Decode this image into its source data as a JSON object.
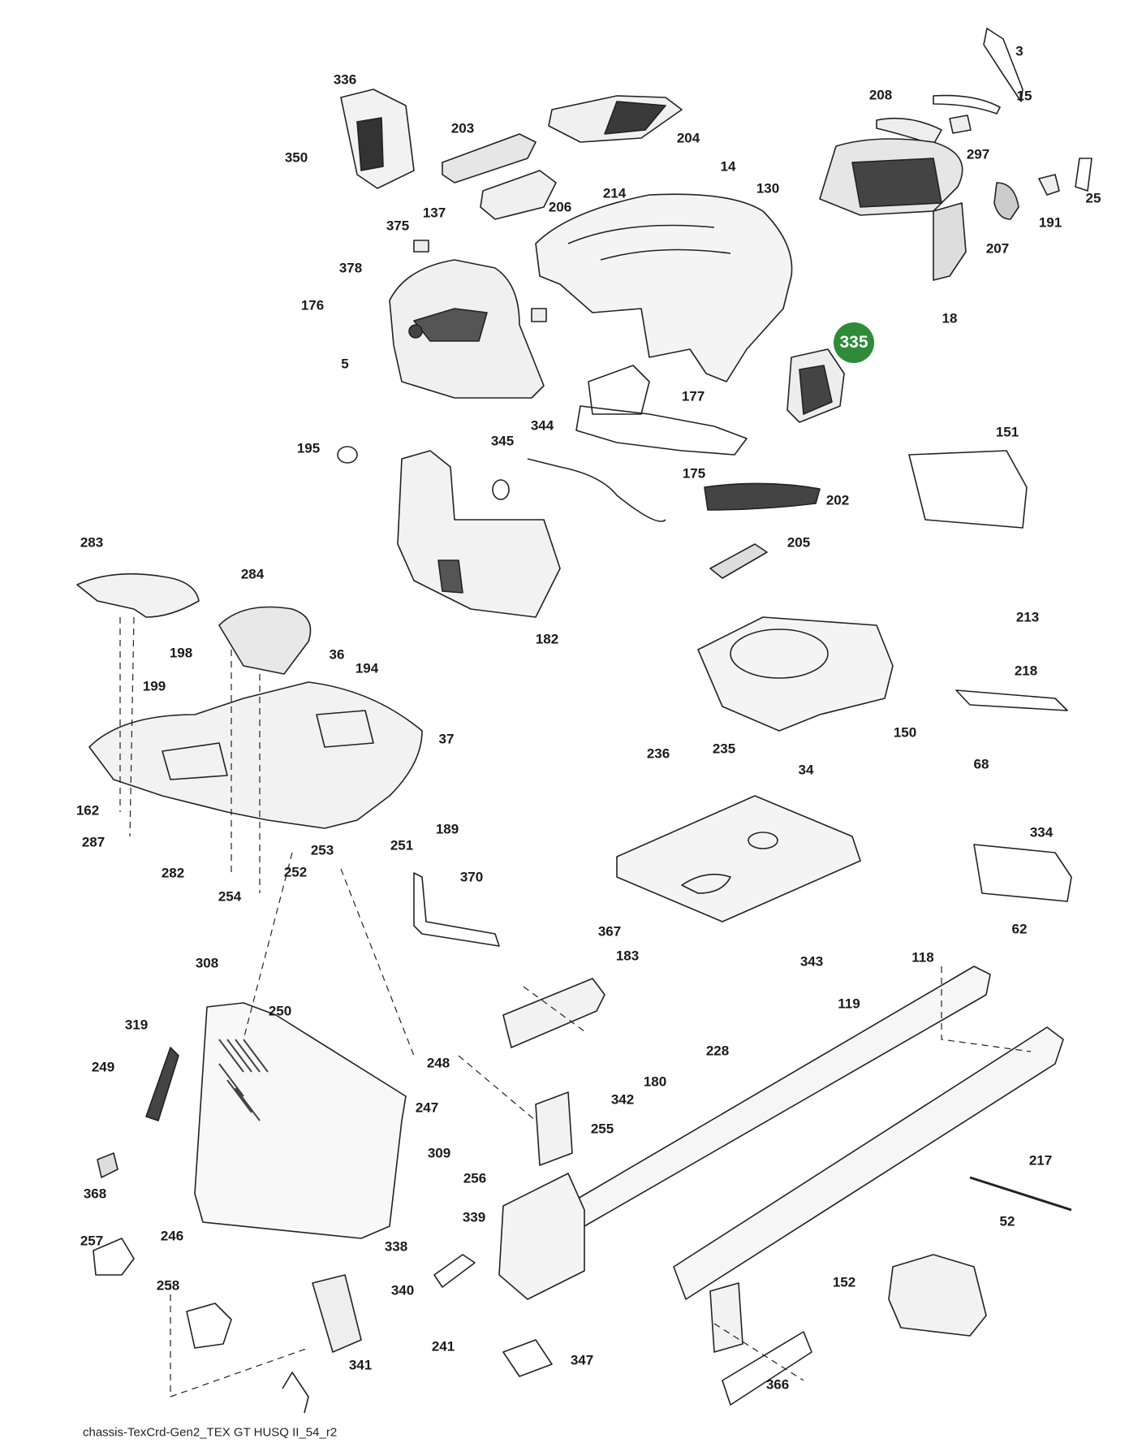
{
  "diagram": {
    "caption": "chassis-TexCrd-Gen2_TEX GT HUSQ II_54_r2",
    "highlight": {
      "label": "335",
      "color": "#2e8b3a"
    },
    "labels": [
      "3",
      "15",
      "336",
      "208",
      "203",
      "204",
      "297",
      "350",
      "14",
      "214",
      "130",
      "25",
      "206",
      "191",
      "375",
      "137",
      "207",
      "18",
      "378",
      "176",
      "5",
      "177",
      "195",
      "345",
      "344",
      "150",
      "151",
      "175",
      "202",
      "283",
      "284",
      "182",
      "205",
      "36",
      "194",
      "198",
      "199",
      "37",
      "213",
      "218",
      "68",
      "236",
      "235",
      "34",
      "162",
      "287",
      "282",
      "189",
      "253",
      "251",
      "370",
      "252",
      "254",
      "367",
      "183",
      "343",
      "334",
      "62",
      "308",
      "250",
      "118",
      "119",
      "319",
      "249",
      "248",
      "228",
      "180",
      "342",
      "247",
      "255",
      "368",
      "309",
      "256",
      "217",
      "339",
      "52",
      "257",
      "246",
      "338",
      "152",
      "258",
      "340",
      "241",
      "347",
      "366",
      "341"
    ]
  }
}
